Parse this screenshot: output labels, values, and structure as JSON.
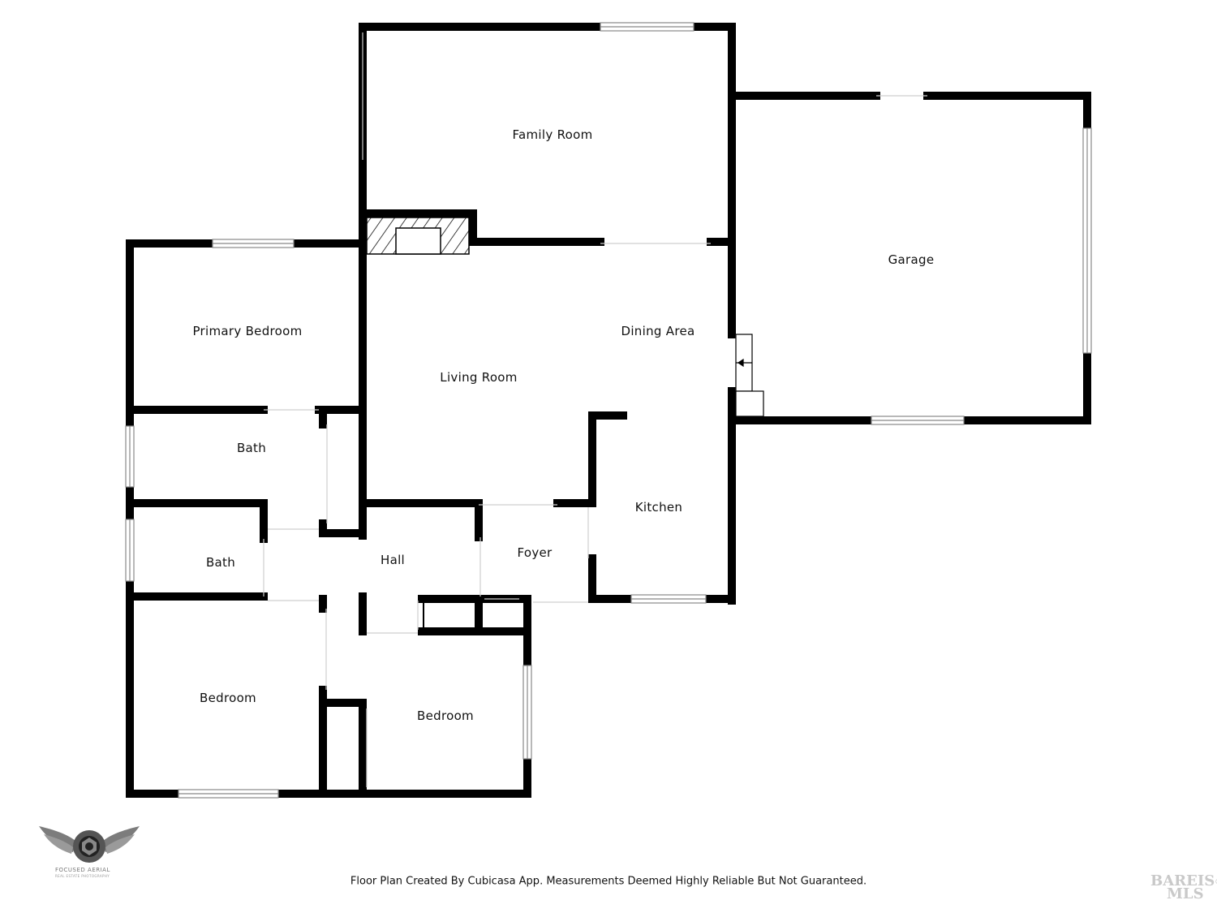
{
  "rooms": {
    "family_room": "Family Room",
    "garage": "Garage",
    "primary_bedroom": "Primary Bedroom",
    "dining_area": "Dining Area",
    "living_room": "Living Room",
    "bath_upper": "Bath",
    "bath_lower": "Bath",
    "kitchen": "Kitchen",
    "hall": "Hall",
    "foyer": "Foyer",
    "bedroom_left": "Bedroom",
    "bedroom_right": "Bedroom"
  },
  "footer": {
    "note": "Floor Plan Created By Cubicasa App. Measurements Deemed Highly Reliable But Not Guaranteed."
  },
  "logo": {
    "name": "FOCUSED AERIAL",
    "tagline": "REAL ESTATE PHOTOGRAPHY"
  },
  "watermark": {
    "line1": "BAREIS",
    "line2": "MLS"
  },
  "colors": {
    "wall": "#000000",
    "background": "#ffffff",
    "window": "#aaaaaa"
  }
}
